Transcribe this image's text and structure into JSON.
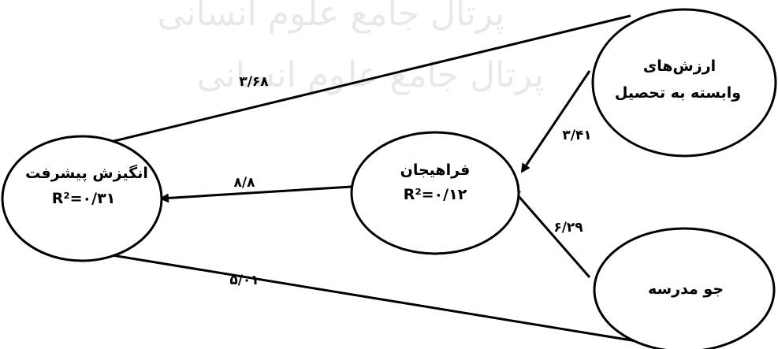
{
  "watermark": {
    "line1": "پرتال جامع علوم انسانی",
    "line2": "پرتال جامع علوم انسانی"
  },
  "nodes": {
    "values": {
      "line1": "ارزش‌های",
      "line2": "وابسته به تحصیل"
    },
    "metacognition": {
      "line1": "فراهیجان",
      "line2": "R²=۰/۱۲"
    },
    "motivation": {
      "line1": "انگیزش پیشرفت",
      "line2": "R²=۰/۳۱"
    },
    "climate": {
      "line1": "جو مدرسه"
    }
  },
  "edges": {
    "values_to_motivation": "۳/۶۸",
    "values_to_metacognition": "۳/۴۱",
    "metacognition_to_motivation": "۸/۸",
    "climate_to_metacognition": "۶/۲۹",
    "climate_to_motivation": "۵/۰۱"
  },
  "colors": {
    "stroke": "#000000",
    "background": "#ffffff",
    "watermark": "#d7d7d7"
  }
}
